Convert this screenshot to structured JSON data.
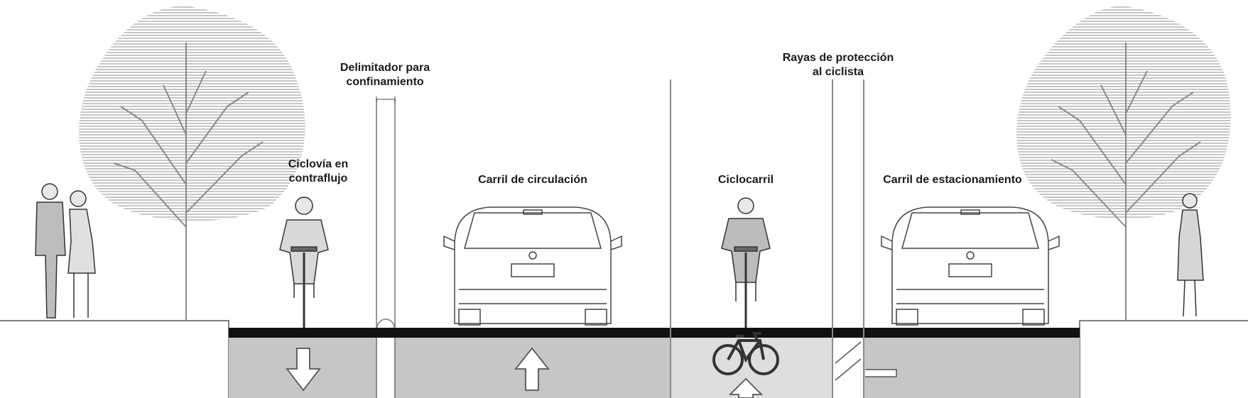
{
  "labels": {
    "contraflow_bike_lane": [
      "Ciclovía en",
      "contraflujo"
    ],
    "barrier": [
      "Delimitador para",
      "confinamiento"
    ],
    "traffic_lane": "Carril de circulación",
    "bike_lane": "Ciclocarril",
    "protection_stripes": [
      "Rayas de protección",
      "al ciclista"
    ],
    "parking_lane": "Carril de estacionamiento"
  },
  "colors": {
    "line": "#8a8a8a",
    "hatch": "#b0b0b0",
    "lane_fill": "#c6c6c6",
    "bike_lane_fill": "#dedede",
    "road_band": "#111111",
    "text": "#1a1a1a"
  }
}
